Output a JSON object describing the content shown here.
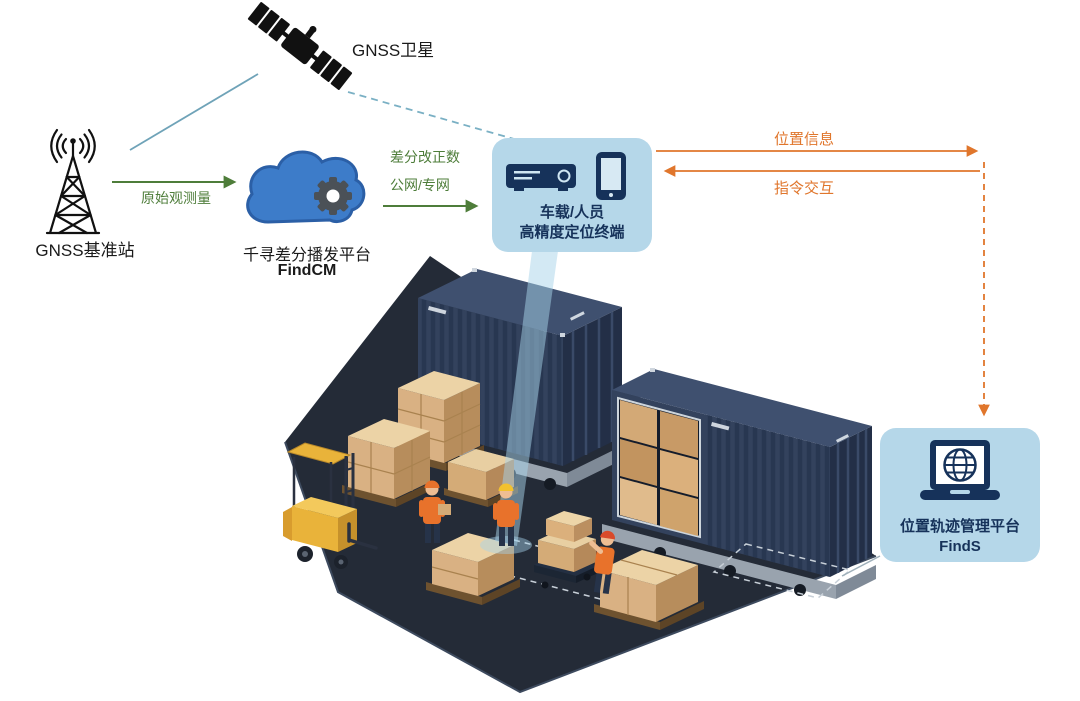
{
  "nodes": {
    "satellite": {
      "label": "GNSS卫星"
    },
    "base_station": {
      "label": "GNSS基准站"
    },
    "cloud_platform": {
      "name": "千寻差分播发平台",
      "product": "FindCM"
    },
    "terminal": {
      "line1": "车载/人员",
      "line2": "高精度定位终端"
    },
    "management_platform": {
      "name": "位置轨迹管理平台",
      "product": "FindS"
    }
  },
  "flows": {
    "raw_observation": {
      "label": "原始观测量"
    },
    "correction": {
      "line1": "差分改正数",
      "line2": "公网/专网"
    },
    "position_info": {
      "label": "位置信息"
    },
    "command_interaction": {
      "label": "指令交互"
    }
  },
  "icons": [
    "satellite-icon",
    "radio-tower-icon",
    "signal-waves-icon",
    "cloud-icon",
    "gear-icon",
    "receiver-icon",
    "smartphone-icon",
    "laptop-globe-icon",
    "warehouse-illustration"
  ],
  "colors": {
    "flow_green": "#4e7d3a",
    "flow_orange": "#e0762c",
    "signal_teal": "#6fa3b8",
    "card_background": "#b5d7e9",
    "device_navy": "#16325a",
    "cloud_blue": "#3d7cc9",
    "ground_dark": "#242b37",
    "container_navy": "#33425d",
    "box_tan": "#d9b183",
    "forklift_yellow": "#e9b33a"
  }
}
